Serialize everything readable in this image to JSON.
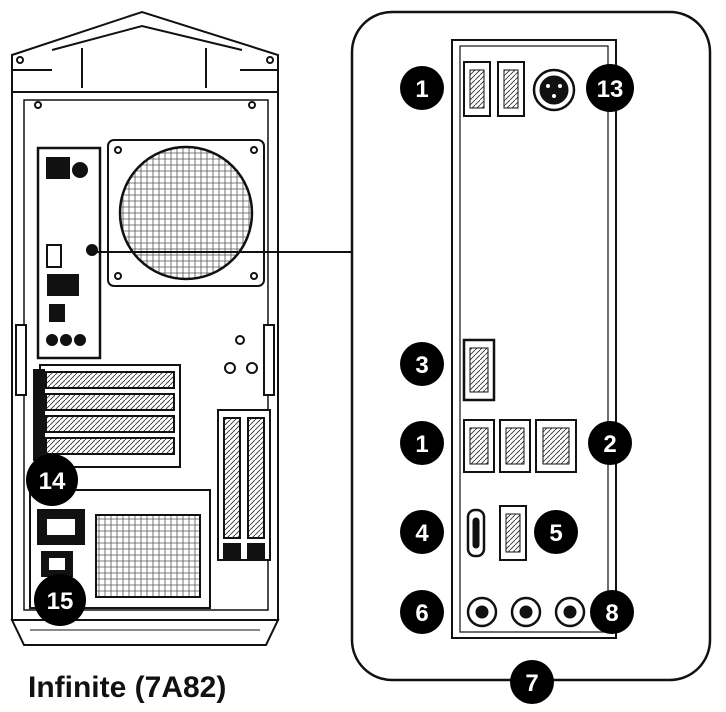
{
  "caption": "Infinite (7A82)",
  "callouts": {
    "c1_top": "1",
    "c13": "13",
    "c3": "3",
    "c1_mid": "1",
    "c2": "2",
    "c4": "4",
    "c5": "5",
    "c6": "6",
    "c7": "7",
    "c8": "8",
    "c14": "14",
    "c15": "15"
  },
  "colors": {
    "line": "#111111",
    "bg": "#ffffff",
    "badge": "#000000"
  }
}
